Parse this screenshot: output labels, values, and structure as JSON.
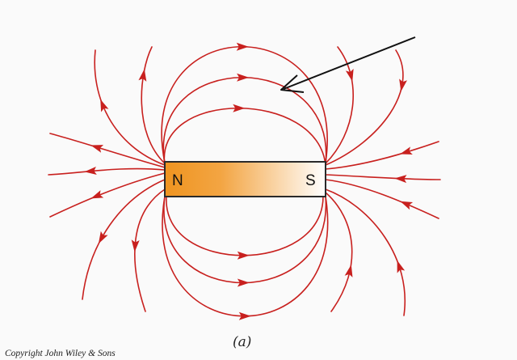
{
  "diagram": {
    "north_label": "N",
    "south_label": "S",
    "caption": "(a)",
    "copyright": "Copyright John Wiley & Sons",
    "colors": {
      "field_line": "#c8201e",
      "magnet_north": "#ef9420",
      "magnet_south": "#ffffff",
      "magnet_border": "#2a2a2a",
      "pointer": "#111111",
      "background": "#fafafa"
    }
  }
}
